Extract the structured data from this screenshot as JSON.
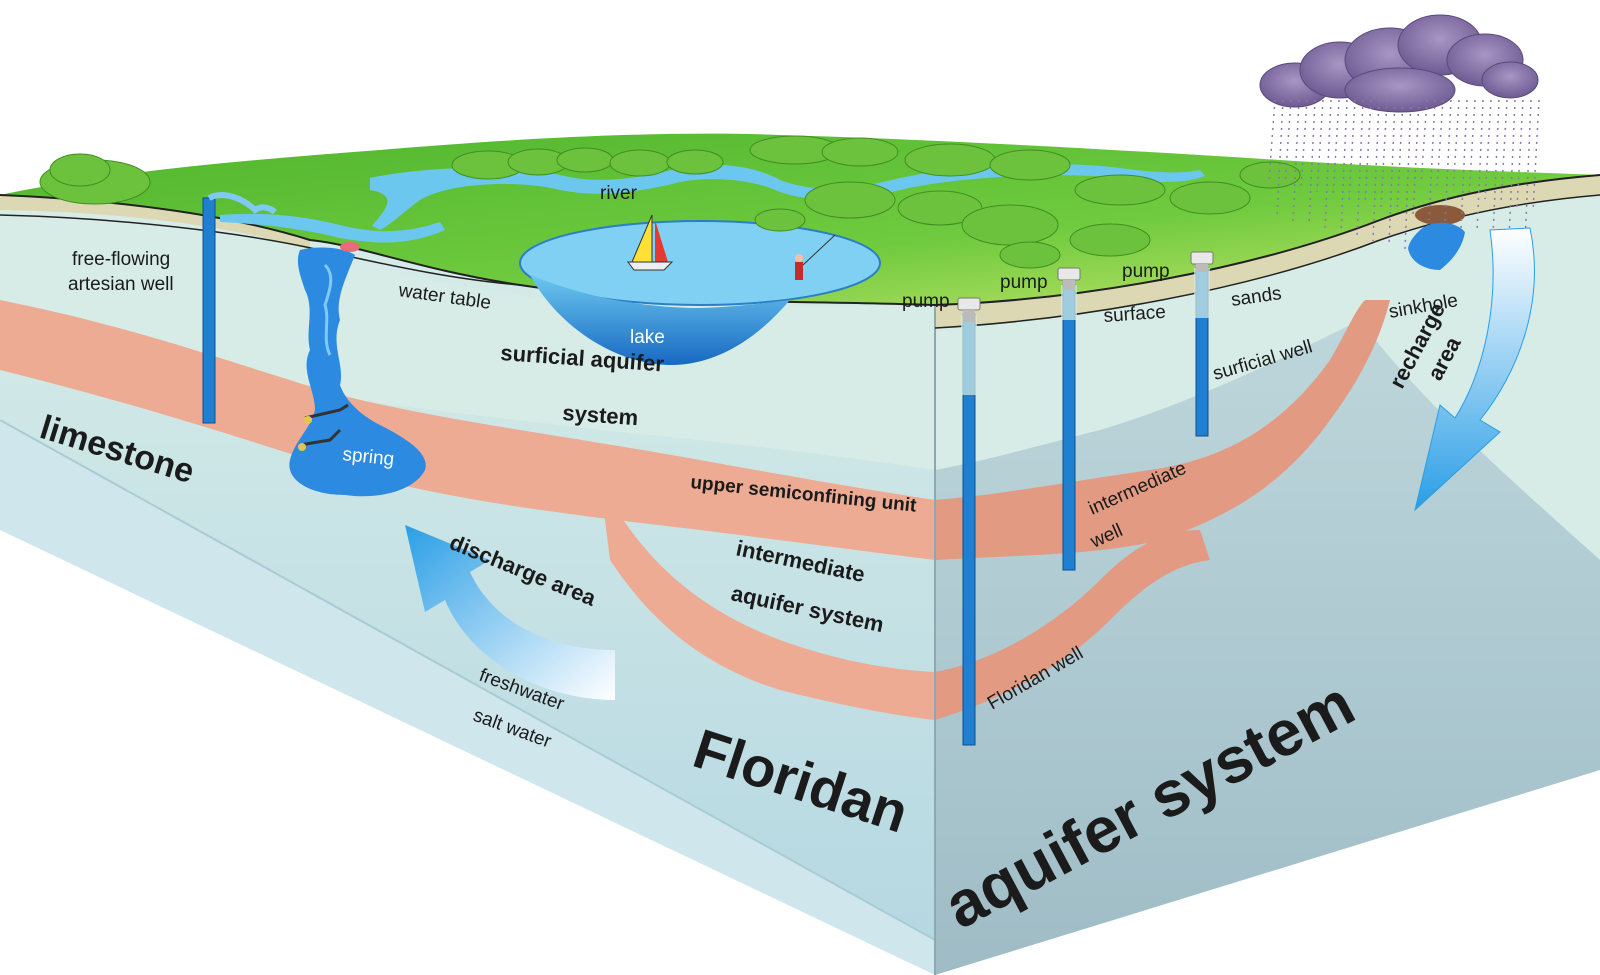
{
  "labels": {
    "free_flowing_1": "free-flowing",
    "free_flowing_2": "artesian well",
    "river": "river",
    "water_table": "water table",
    "lake": "lake",
    "surficial_1": "surficial aquifer",
    "surficial_2": "system",
    "spring": "spring",
    "limestone": "limestone",
    "upper_semi": "upper semiconfining unit",
    "intermediate_1": "intermediate",
    "intermediate_2": "aquifer system",
    "discharge": "discharge area",
    "freshwater": "freshwater",
    "salt_water": "salt water",
    "floridan": "Floridan",
    "aquifer_system": "aquifer system",
    "pump1": "pump",
    "pump2": "pump",
    "pump3": "pump",
    "surface": "surface",
    "sands": "sands",
    "surficial_well": "surficial well",
    "intermediate_well_1": "intermediate",
    "intermediate_well_2": "well",
    "floridan_well": "Floridan well",
    "sinkhole": "sinkhole",
    "recharge_1": "recharge",
    "recharge_2": "area"
  },
  "colors": {
    "grass": "#5fbf3a",
    "grass_light": "#b9e06a",
    "tree": "#6cc23d",
    "water": "#45b3e6",
    "water_deep": "#1a6fc4",
    "sand": "#ddd8b4",
    "surficial": "#d7ece6",
    "clay": "#eeab94",
    "clay_dark": "#d98c75",
    "limestone": "#b9dbe3",
    "limestone_right": "#a8c4cc",
    "salt": "#cfe6ec",
    "cloud": "#8a77a9",
    "well": "#1f7fd0"
  }
}
